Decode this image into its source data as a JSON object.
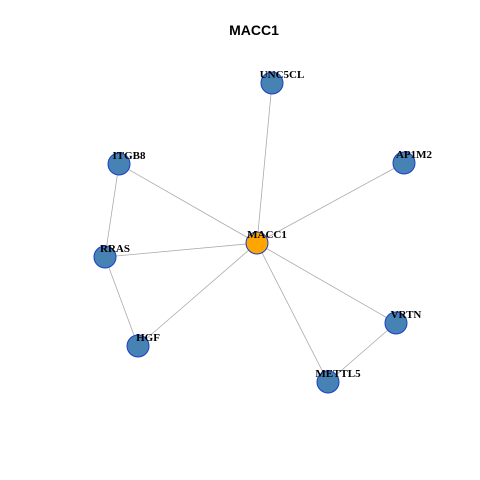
{
  "title": "MACC1",
  "colors": {
    "hub_fill": "#FFA500",
    "node_fill": "#4682B4",
    "node_stroke": "#1A3DC8",
    "edge": "#AAAAAA"
  },
  "nodes": [
    {
      "id": "MACC1",
      "label": "MACC1",
      "hub": true
    },
    {
      "id": "UNC5CL",
      "label": "UNC5CL",
      "hub": false
    },
    {
      "id": "ITGB8",
      "label": "ITGB8",
      "hub": false
    },
    {
      "id": "AP1M2",
      "label": "AP1M2",
      "hub": false
    },
    {
      "id": "RRAS",
      "label": "RRAS",
      "hub": false
    },
    {
      "id": "HGF",
      "label": "HGF",
      "hub": false
    },
    {
      "id": "VRTN",
      "label": "VRTN",
      "hub": false
    },
    {
      "id": "METTL5",
      "label": "METTL5",
      "hub": false
    }
  ],
  "edges": [
    [
      "MACC1",
      "UNC5CL"
    ],
    [
      "MACC1",
      "ITGB8"
    ],
    [
      "MACC1",
      "AP1M2"
    ],
    [
      "MACC1",
      "RRAS"
    ],
    [
      "MACC1",
      "HGF"
    ],
    [
      "MACC1",
      "VRTN"
    ],
    [
      "MACC1",
      "METTL5"
    ],
    [
      "ITGB8",
      "RRAS"
    ],
    [
      "RRAS",
      "HGF"
    ],
    [
      "VRTN",
      "METTL5"
    ]
  ]
}
